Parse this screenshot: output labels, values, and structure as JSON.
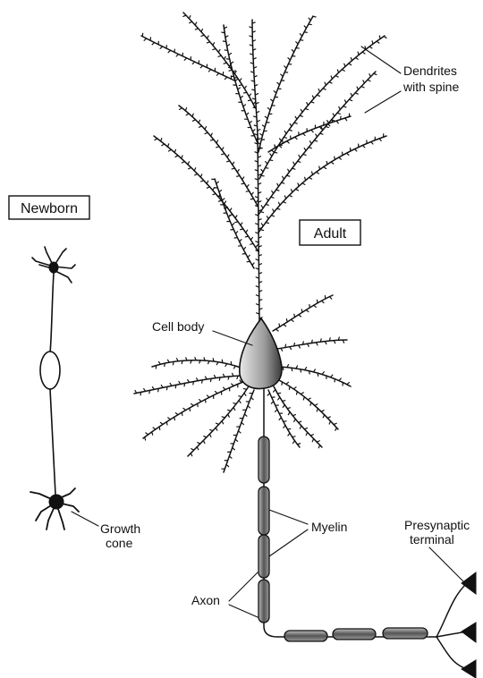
{
  "labels": {
    "newborn": "Newborn",
    "adult": "Adult",
    "dendrites_line1": "Dendrites",
    "dendrites_line2": "with spine",
    "cell_body": "Cell body",
    "growth_line1": "Growth",
    "growth_line2": "cone",
    "myelin": "Myelin",
    "axon": "Axon",
    "presynaptic_line1": "Presynaptic",
    "presynaptic_line2": "terminal"
  },
  "colors": {
    "ink": "#111111",
    "myelin_fill": "#777777",
    "soma_fill": "#cfcfcf"
  }
}
